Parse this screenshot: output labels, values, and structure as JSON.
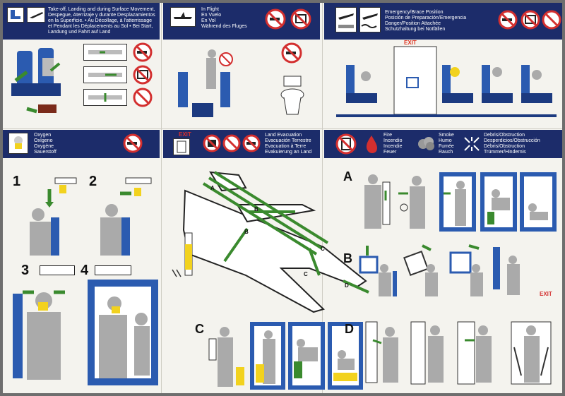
{
  "sections": {
    "takeoff": {
      "lines": [
        "Take-off, Landing and during Surface Movement,",
        "Despegue, Aterrizaje y durante Desplazamientos",
        "en la Superficie. • Au Décollage, à l'atterrissage",
        "et Pendant les Déplacements au Sol • Bei Start,",
        "Landung und Fahrt auf Land"
      ]
    },
    "inflight": {
      "lines": [
        "In Flight",
        "En Vuelo",
        "En Vol",
        "Während des Fluges"
      ]
    },
    "brace": {
      "lines": [
        "Emergency/Brace Position",
        "Posición de Preparación/Emergencia",
        "Danger/Position Attachée",
        "Schutzhaltung bei Notfällen"
      ]
    },
    "oxygen": {
      "lines": [
        "Oxygen",
        "Oxígeno",
        "Oxygène",
        "Sauerstoff"
      ]
    },
    "land_evac": {
      "lines": [
        "Land Evacuation",
        "Evacuación Terrestre",
        "Evacuation à Terre",
        "Evakuierung an Land"
      ]
    },
    "fire": {
      "lines": [
        "Fire",
        "Incendio",
        "Incendie",
        "Feuer"
      ]
    },
    "smoke": {
      "lines": [
        "Smoke",
        "Humo",
        "Fumée",
        "Rauch"
      ]
    },
    "debris": {
      "lines": [
        "Debris/Obstruction",
        "Desperdicios/Obstrucción",
        "Débris/Obstruction",
        "Trümmer/Hindernis"
      ]
    }
  },
  "exit_labels": {
    "door": "EXIT",
    "small_1": "EXIT",
    "row_b": "EXIT"
  },
  "step_numbers": [
    "1",
    "2",
    "3",
    "4"
  ],
  "evac_letters": [
    "A",
    "B",
    "C",
    "D"
  ],
  "route_letters": [
    "A",
    "B",
    "B",
    "C",
    "C",
    "D"
  ],
  "colors": {
    "navy": "#1c2c6a",
    "green": "#3a8a2e",
    "red": "#d32f2f",
    "blue": "#2b5bb0",
    "yellow": "#f2d21e"
  },
  "icons": [
    "no-smoking-icon",
    "no-electronics-icon",
    "fire-icon",
    "smoke-icon",
    "debris-icon",
    "airplane-icon",
    "oxygen-mask-icon"
  ]
}
